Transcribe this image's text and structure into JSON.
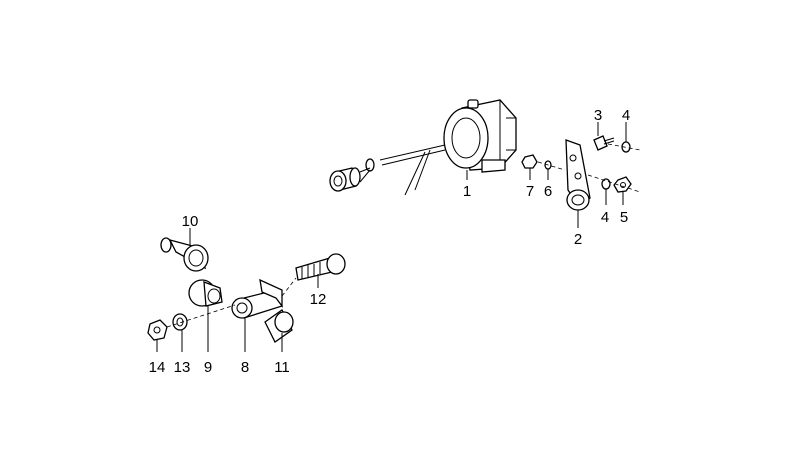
{
  "callouts": [
    {
      "id": "1",
      "label": "1"
    },
    {
      "id": "2",
      "label": "2"
    },
    {
      "id": "3",
      "label": "3"
    },
    {
      "id": "4a",
      "label": "4"
    },
    {
      "id": "4b",
      "label": "4"
    },
    {
      "id": "5",
      "label": "5"
    },
    {
      "id": "6",
      "label": "6"
    },
    {
      "id": "7",
      "label": "7"
    },
    {
      "id": "8",
      "label": "8"
    },
    {
      "id": "9",
      "label": "9"
    },
    {
      "id": "10",
      "label": "10"
    },
    {
      "id": "11",
      "label": "11"
    },
    {
      "id": "12",
      "label": "12"
    },
    {
      "id": "13",
      "label": "13"
    },
    {
      "id": "14",
      "label": "14"
    }
  ]
}
